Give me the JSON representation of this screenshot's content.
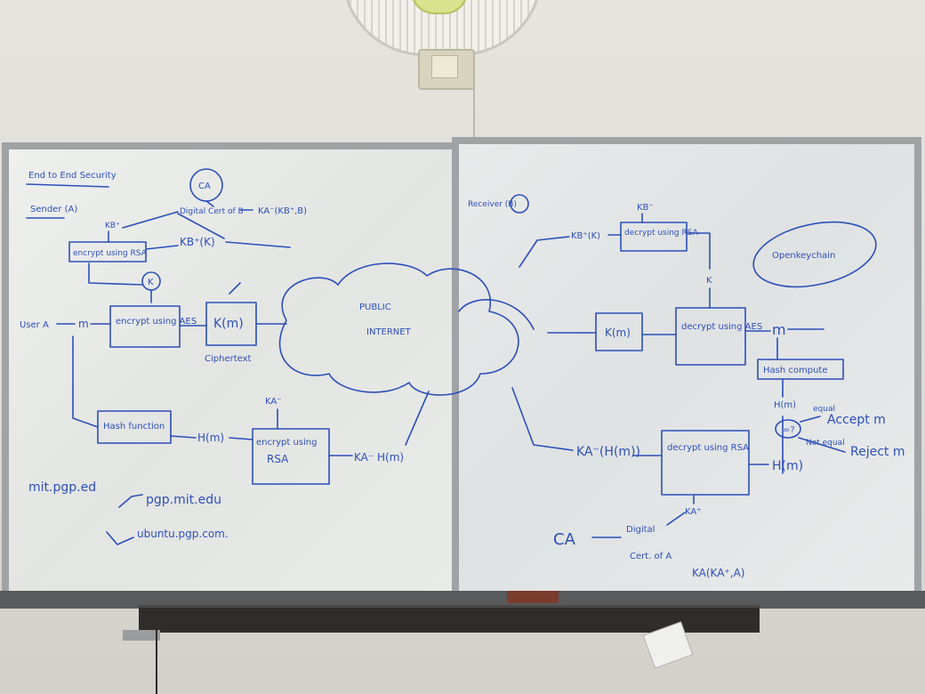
{
  "left_board": {
    "title": "End to End Security",
    "sender": "Sender (A)",
    "ca": "CA",
    "digital_cert": "Digital Cert of B",
    "ka_kb": "KA⁻(KB⁺,B)",
    "kb_plus": "KB⁺",
    "encrypt_rsa": "encrypt using RSA",
    "kb_k": "KB⁺(K)",
    "k": "K",
    "user_a": "User A",
    "m": "m",
    "encrypt_aes": "encrypt using AES",
    "km": "K(m)",
    "ciphertext": "Ciphertext",
    "public_internet_1": "PUBLIC",
    "public_internet_2": "INTERNET",
    "hash_function": "Hash function",
    "hm": "H(m)",
    "ka_minus": "KA⁻",
    "encrypt_rsa2_1": "encrypt using",
    "encrypt_rsa2_2": "RSA",
    "ka_hm": "KA⁻ H(m)",
    "url1": "mit.pgp.ed",
    "url2": "pgp.mit.edu",
    "url3": "ubuntu.pgp.com."
  },
  "right_board": {
    "receiver": "Receiver (B)",
    "kb_minus": "KB⁻",
    "kb_k": "KB⁺(K)",
    "decrypt_rsa": "decrypt using RSA",
    "k": "K",
    "openkeychain": "Openkeychain",
    "km": "K(m)",
    "decrypt_aes": "decrypt using AES",
    "m": "m",
    "hash_compute": "Hash compute",
    "hm_top": "H(m)",
    "equal": "equal",
    "accept": "Accept m",
    "not_equal": "Not equal",
    "reject": "Reject m",
    "ka_hm": "KA⁻(H(m))",
    "decrypt_rsa2": "decrypt using RSA",
    "hm_result": "H(m)",
    "ka_plus": "KA⁺",
    "ca": "CA",
    "digital_cert_1": "Digital",
    "digital_cert_2": "Cert. of A",
    "ka_ka": "KA(KA⁺,A)"
  }
}
